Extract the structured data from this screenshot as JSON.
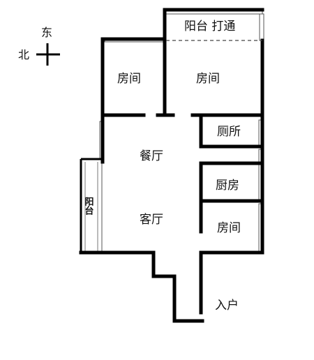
{
  "compass": {
    "east": "东",
    "north": "北"
  },
  "rooms": {
    "balcony_top": "阳台 打通",
    "bedroom_left": "房间",
    "bedroom_main": "房间",
    "toilet": "厕所",
    "dining": "餐厅",
    "kitchen": "厨房",
    "living": "客厅",
    "bedroom_small": "房间",
    "balcony_side": "阳台",
    "entrance": "入户"
  }
}
